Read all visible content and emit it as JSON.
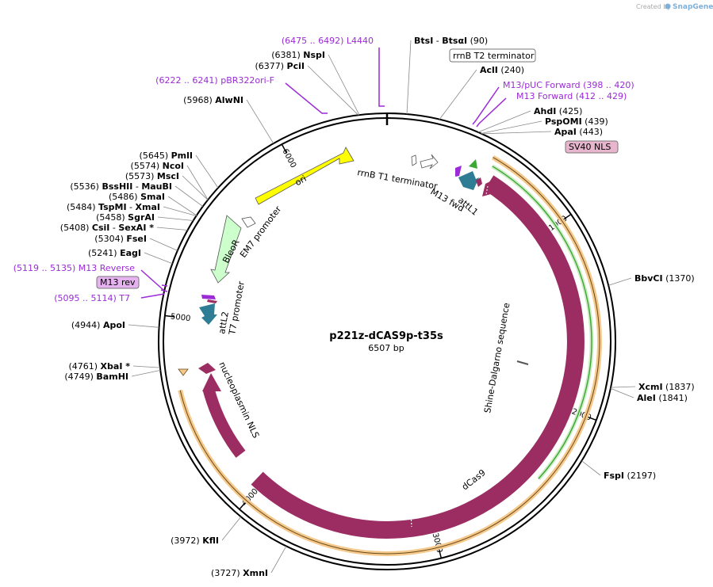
{
  "watermark": {
    "created_by": "Created by",
    "brand": "SnapGene"
  },
  "plasmid": {
    "name": "p221z-dCAS9p-t35s",
    "size": "6507 bp"
  },
  "sites": [
    {
      "pos": "(90)",
      "name": "BtsI",
      "name2": "BtsαI"
    },
    {
      "pos": "(240)",
      "name": "AclI"
    },
    {
      "pos": "(425)",
      "name": "AhdI"
    },
    {
      "pos": "(439)",
      "name": "PspOMI"
    },
    {
      "pos": "(443)",
      "name": "ApaI"
    },
    {
      "pos": "(1370)",
      "name": "BbvCI"
    },
    {
      "pos": "(1837)",
      "name": "XcmI"
    },
    {
      "pos": "(1841)",
      "name": "AleI"
    },
    {
      "pos": "(2197)",
      "name": "FspI"
    },
    {
      "pos": "(3727)",
      "name": "XmnI"
    },
    {
      "pos": "(3972)",
      "name": "KflI"
    },
    {
      "pos": "(4749)",
      "name": "BamHI"
    },
    {
      "pos": "(4761)",
      "name": "XbaI *"
    },
    {
      "pos": "(4944)",
      "name": "ApoI"
    },
    {
      "pos": "(5241)",
      "name": "EagI"
    },
    {
      "pos": "(5304)",
      "name": "FseI"
    },
    {
      "pos": "(5408)",
      "name": "CsiI",
      "name2": "SexAI *"
    },
    {
      "pos": "(5458)",
      "name": "SgrAI"
    },
    {
      "pos": "(5484)",
      "name": "TspMI",
      "name2": "XmaI"
    },
    {
      "pos": "(5486)",
      "name": "SmaI"
    },
    {
      "pos": "(5536)",
      "name": "BssHII",
      "name2": "MauBI"
    },
    {
      "pos": "(5573)",
      "name": "MscI"
    },
    {
      "pos": "(5574)",
      "name": "NcoI"
    },
    {
      "pos": "(5645)",
      "name": "PmlI"
    },
    {
      "pos": "(5968)",
      "name": "AlwNI"
    },
    {
      "pos": "(6377)",
      "name": "PciI"
    },
    {
      "pos": "(6381)",
      "name": "NspI"
    }
  ],
  "primers": [
    {
      "range": "(6475 .. 6492)",
      "name": "L4440"
    },
    {
      "range": "(6222 .. 6241)",
      "name": "pBR322ori-F"
    },
    {
      "range": "(398 .. 420)",
      "name": "M13/pUC Forward"
    },
    {
      "range": "(412 .. 429)",
      "name": "M13 Forward"
    },
    {
      "range": "(5119 .. 5135)",
      "name": "M13 Reverse"
    },
    {
      "range": "(5095 .. 5114)",
      "name": "T7"
    }
  ],
  "boxed": {
    "rrnb_t2": "rrnB T2 terminator",
    "sv40": "SV40 NLS",
    "m13rev": "M13 rev"
  },
  "features": {
    "ori": "ori",
    "rrnb_t1": "rrnB T1 terminator",
    "attl1": "attL1",
    "m13fwd": "M13 fwd",
    "bleor": "BleoR",
    "em7": "EM7 promoter",
    "attl2": "attL2",
    "t7p": "T7 promoter",
    "nls": "nucleoplasmin NLS",
    "shine": "Shine-Dalgarno sequence",
    "dcas9": "dCas9"
  },
  "ticks": [
    "1000",
    "2000",
    "3000",
    "4000",
    "5000",
    "6000"
  ],
  "colors": {
    "cds": "#9b2d62",
    "ori": "#ffff00",
    "marker": "#ccffcc",
    "att": "#2e7d95",
    "primer": "#9a2bd6",
    "orf_orange": "#f5c98b",
    "orf_green": "#3aa832",
    "boxed_sv40": "#e8b5cf",
    "boxed_m13": "#e6b3f0"
  }
}
